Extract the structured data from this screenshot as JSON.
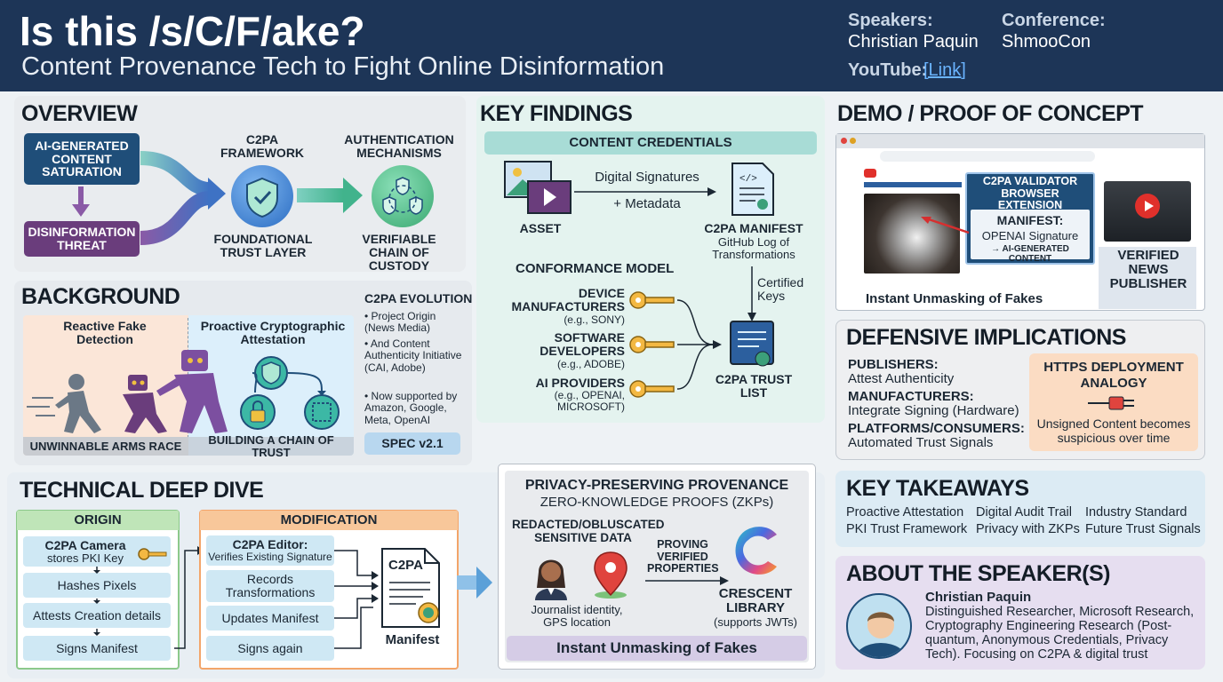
{
  "colors": {
    "header_bg": "#1d3557",
    "accent_blue": "#2c5f9e",
    "teal": "#2f8f83",
    "orange": "#f4a261",
    "purple": "#6a3d7c",
    "link": "#6ab4ff"
  },
  "header": {
    "title": "Is this /s/C/F/ake?",
    "subtitle": "Content Provenance Tech to Fight Online Disinformation",
    "speakers_label": "Speakers:",
    "speakers_value": "Christian Paquin",
    "conference_label": "Conference:",
    "conference_value": "ShmooCon",
    "youtube_label": "YouTube:",
    "youtube_link": "[Link]"
  },
  "overview": {
    "title": "OVERVIEW",
    "ai_content": "AI-GENERATED CONTENT SATURATION",
    "disinfo": "DISINFORMATION THREAT",
    "c2pa_framework": "C2PA FRAMEWORK",
    "foundational": "FOUNDATIONAL TRUST LAYER",
    "auth_mech": "AUTHENTICATION MECHANISMS",
    "verifiable": "VERIFIABLE CHAIN OF CUSTODY"
  },
  "background": {
    "title": "BACKGROUND",
    "reactive": "Reactive Fake Detection",
    "proactive": "Proactive Cryptographic Attestation",
    "arms_race": "UNWINNABLE ARMS RACE",
    "chain_trust": "BUILDING A CHAIN OF TRUST",
    "evolution_title": "C2PA EVOLUTION",
    "evolution_items": [
      "Project Origin (News Media)",
      "And Content Authenticity Initiative (CAI, Adobe)",
      "Now supported by Amazon, Google, Meta, OpenAI"
    ],
    "spec": "SPEC v2.1"
  },
  "key_findings": {
    "title": "KEY FINDINGS",
    "cc_header": "CONTENT CREDENTIALS",
    "asset": "ASSET",
    "digital_sig": "Digital Signatures",
    "metadata": "+ Metadata",
    "manifest_title": "C2PA MANIFEST",
    "manifest_sub": "GitHub Log of Transformations",
    "conformance": "CONFORMANCE MODEL",
    "device": "DEVICE MANUFACTURERS",
    "device_eg": "(e.g., SONY)",
    "software": "SOFTWARE DEVELOPERS",
    "software_eg": "(e.g., ADOBE)",
    "ai": "AI PROVIDERS",
    "ai_eg": "(e.g., OPENAI, MICROSOFT)",
    "certified": "Certified Keys",
    "trust_list": "C2PA TRUST LIST"
  },
  "demo": {
    "title": "DEMO / PROOF OF CONCEPT",
    "validator": "C2PA VALIDATOR BROWSER EXTENSION",
    "manifest_label": "MANIFEST:",
    "openai_sig": "OPENAI Signature",
    "ai_content": "→ AI-GENERATED CONTENT",
    "instant": "Instant Unmasking of Fakes",
    "verified": "VERIFIED NEWS PUBLISHER"
  },
  "defensive": {
    "title": "DEFENSIVE IMPLICATIONS",
    "rows": [
      {
        "head": "PUBLISHERS:",
        "text": "Attest Authenticity"
      },
      {
        "head": "MANUFACTURERS:",
        "text": "Integrate Signing (Hardware)"
      },
      {
        "head": "PLATFORMS/CONSUMERS:",
        "text": "Automated Trust Signals"
      }
    ],
    "https_title": "HTTPS DEPLOYMENT ANALOGY",
    "https_text": "Unsigned Content becomes suspicious over time"
  },
  "takeaways": {
    "title": "KEY TAKEAWAYS",
    "col1": [
      "Proactive Attestation",
      "PKI Trust Framework"
    ],
    "col2": [
      "Digital Audit Trail",
      "Privacy with ZKPs"
    ],
    "col3": [
      "Industry Standard",
      "Future Trust Signals"
    ]
  },
  "speaker": {
    "title": "ABOUT THE SPEAKER(S)",
    "name": "Christian Paquin",
    "bio": "Distinguished Researcher, Microsoft Research, Cryptography Engineering Research (Post-quantum, Anonymous Credentials, Privacy Tech). Focusing on C2PA & digital trust"
  },
  "deep_dive": {
    "title": "TECHNICAL DEEP DIVE",
    "origin": "ORIGIN",
    "camera": "C2PA Camera",
    "camera_sub": "stores PKI Key",
    "hashes": "Hashes Pixels",
    "attests": "Attests Creation details",
    "signs": "Signs Manifest",
    "modification": "MODIFICATION",
    "editor": "C2PA Editor:",
    "editor_sub": "Verifies Existing Signature",
    "records": "Records Transformations",
    "updates": "Updates Manifest",
    "signs_again": "Signs again",
    "doc_label": "C2PA",
    "manifest": "Manifest"
  },
  "privacy": {
    "title": "PRIVACY-PRESERVING PROVENANCE",
    "zkp": "ZERO-KNOWLEDGE PROOFS (ZKPs)",
    "redacted": "REDACTED/OBLUSCATED SENSITIVE DATA",
    "journalist": "Journalist identity, GPS location",
    "proving": "PROVING VERIFIED PROPERTIES",
    "crescent": "CRESCENT LIBRARY",
    "crescent_sub": "(supports JWTs)",
    "instant": "Instant Unmasking of Fakes"
  }
}
